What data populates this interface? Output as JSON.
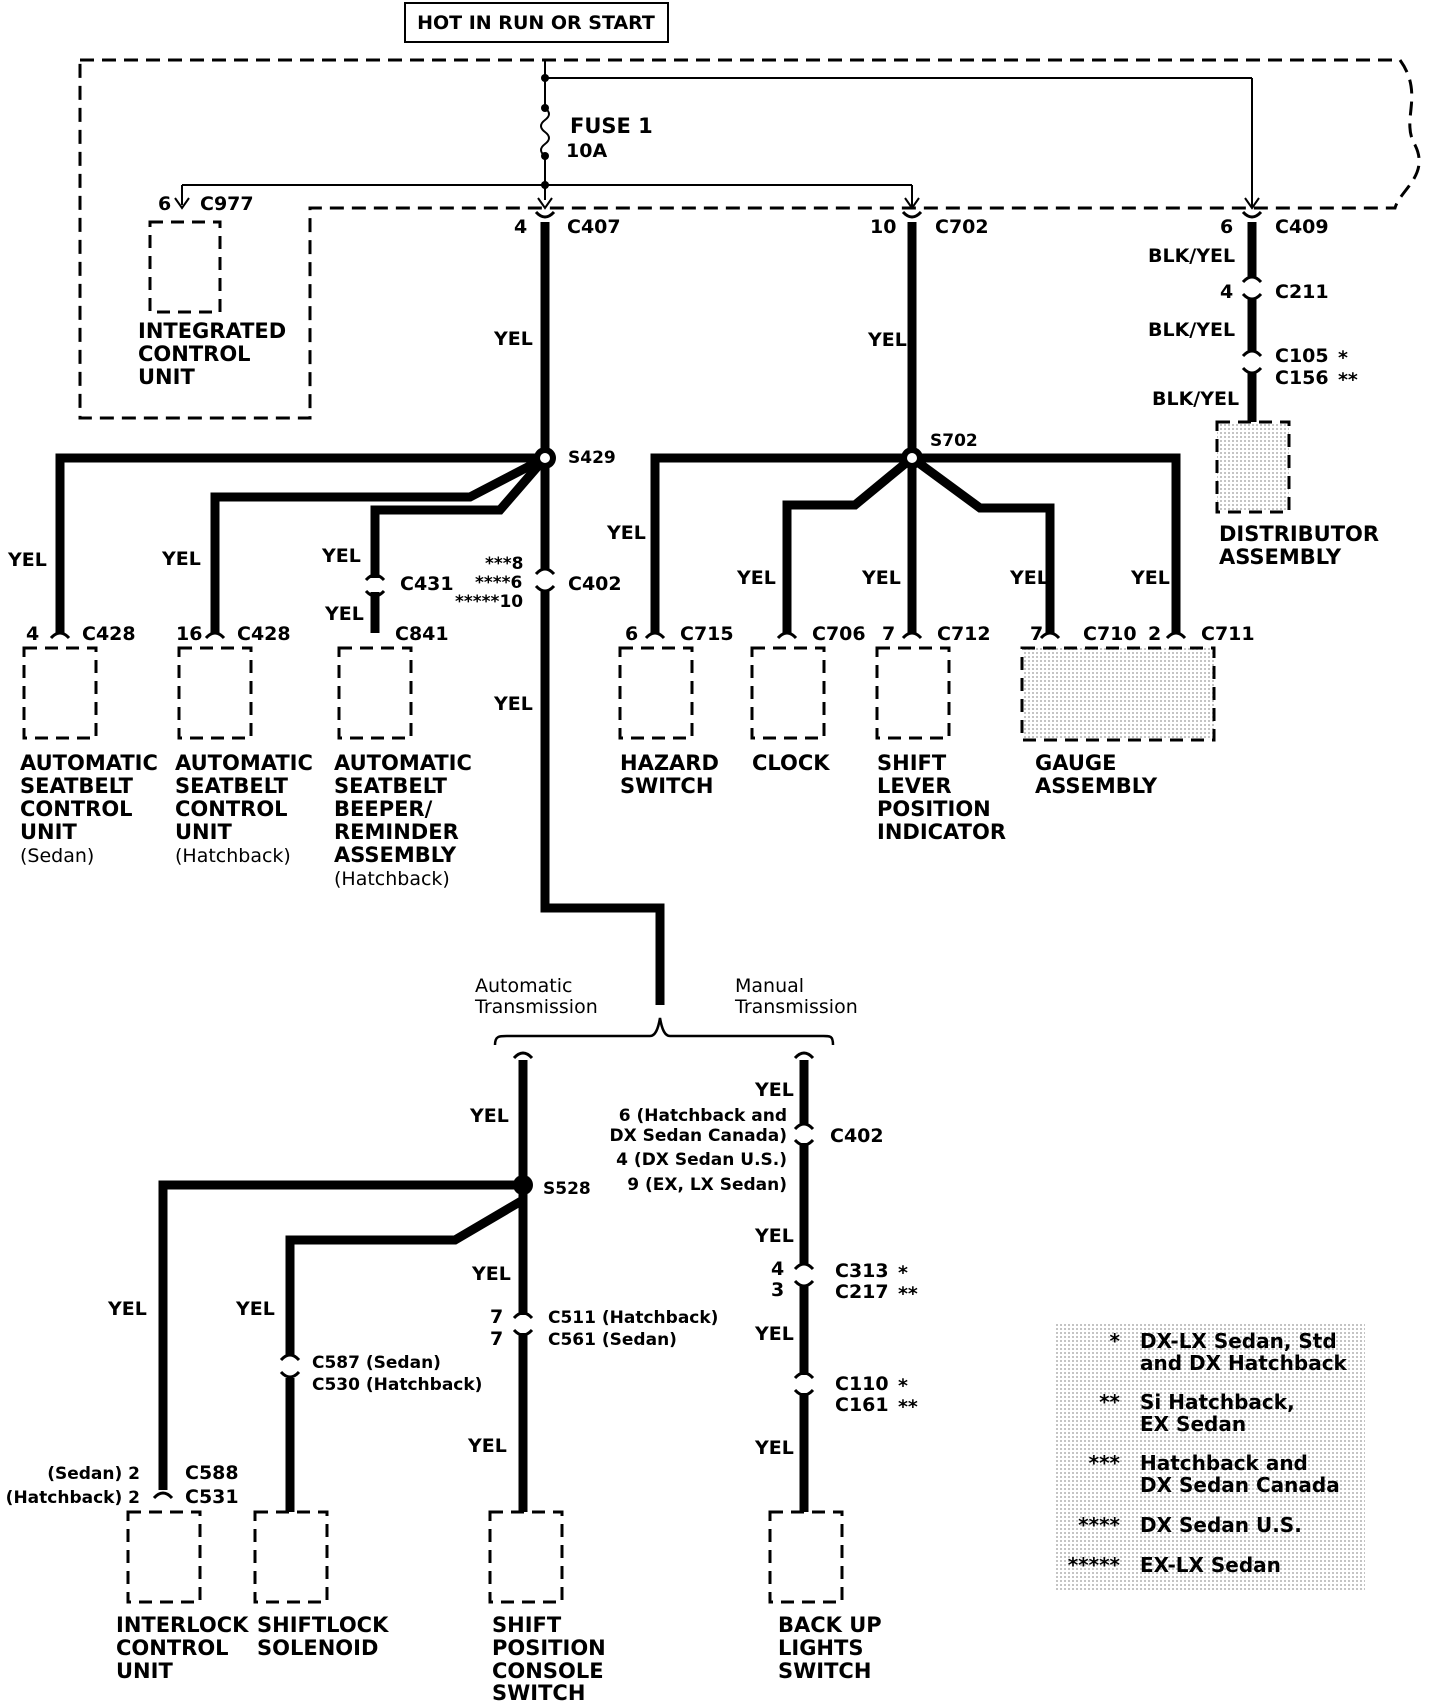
{
  "header": {
    "title": "HOT IN RUN OR START"
  },
  "fuse": {
    "name": "FUSE 1",
    "rating": "10A"
  },
  "colors": {
    "ink": "#000000",
    "legend_bg": "#e6e6e6",
    "shade": "#d0d0d0"
  },
  "connectors": {
    "c977": {
      "pin": "6",
      "id": "C977"
    },
    "c407": {
      "pin": "4",
      "id": "C407"
    },
    "c702": {
      "pin": "10",
      "id": "C702"
    },
    "c409": {
      "pin": "6",
      "id": "C409"
    },
    "c211": {
      "pin": "4",
      "id": "C211"
    },
    "c105": {
      "id": "C105",
      "mark": "*"
    },
    "c156": {
      "id": "C156",
      "mark": "**"
    },
    "c431": {
      "id": "C431"
    },
    "c841": {
      "id": "C841"
    },
    "c402_top": {
      "id": "C402",
      "pins": [
        "***8",
        "****6",
        "*****10"
      ]
    },
    "c428a": {
      "pin": "4",
      "id": "C428"
    },
    "c428b": {
      "pin": "16",
      "id": "C428"
    },
    "c715": {
      "pin": "6",
      "id": "C715"
    },
    "c706": {
      "id": "C706"
    },
    "c712": {
      "pin": "7",
      "id": "C712"
    },
    "c710": {
      "pin": "7",
      "id": "C710"
    },
    "c711": {
      "pin": "2",
      "id": "C711"
    },
    "c402_bot": {
      "id": "C402",
      "pins": [
        "6 (Hatchback and",
        "DX Sedan Canada)",
        "4 (DX Sedan U.S.)",
        "9 (EX, LX Sedan)"
      ]
    },
    "c313": {
      "pin": "4",
      "id": "C313",
      "mark": "*"
    },
    "c217": {
      "pin": "3",
      "id": "C217",
      "mark": "**"
    },
    "c110": {
      "id": "C110",
      "mark": "*"
    },
    "c161": {
      "id": "C161",
      "mark": "**"
    },
    "c511": {
      "pin": "7",
      "id": "C511 (Hatchback)"
    },
    "c561": {
      "pin": "7",
      "id": "C561 (Sedan)"
    },
    "c587": {
      "id": "C587 (Sedan)"
    },
    "c530": {
      "id": "C530 (Hatchback)"
    },
    "c588": {
      "pin": "(Sedan) 2",
      "id": "C588"
    },
    "c531": {
      "pin": "(Hatchback) 2",
      "id": "C531"
    }
  },
  "splices": {
    "s429": "S429",
    "s702": "S702",
    "s528": "S528"
  },
  "wires": {
    "yel": "YEL",
    "blk_yel": "BLK/YEL"
  },
  "branches": {
    "automatic": [
      "Automatic",
      "Transmission"
    ],
    "manual": [
      "Manual",
      "Transmission"
    ]
  },
  "components": {
    "icu": [
      "INTEGRATED",
      "CONTROL",
      "UNIT"
    ],
    "distributor": [
      "DISTRIBUTOR",
      "ASSEMBLY"
    ],
    "seatbelt_sedan": {
      "lines": [
        "AUTOMATIC",
        "SEATBELT",
        "CONTROL",
        "UNIT"
      ],
      "note": "(Sedan)"
    },
    "seatbelt_hatch": {
      "lines": [
        "AUTOMATIC",
        "SEATBELT",
        "CONTROL",
        "UNIT"
      ],
      "note": "(Hatchback)"
    },
    "beeper": {
      "lines": [
        "AUTOMATIC",
        "SEATBELT",
        "BEEPER/",
        "REMINDER",
        "ASSEMBLY"
      ],
      "note": "(Hatchback)"
    },
    "hazard": [
      "HAZARD",
      "SWITCH"
    ],
    "clock": [
      "CLOCK"
    ],
    "shift_lever": [
      "SHIFT",
      "LEVER",
      "POSITION",
      "INDICATOR"
    ],
    "gauge": [
      "GAUGE",
      "ASSEMBLY"
    ],
    "interlock": [
      "INTERLOCK",
      "CONTROL",
      "UNIT"
    ],
    "shiftlock": [
      "SHIFTLOCK",
      "SOLENOID"
    ],
    "shift_console": [
      "SHIFT",
      "POSITION",
      "CONSOLE",
      "SWITCH"
    ],
    "backup": [
      "BACK UP",
      "LIGHTS",
      "SWITCH"
    ]
  },
  "legend": [
    {
      "mark": "*",
      "text": [
        "DX-LX Sedan, Std",
        "and DX Hatchback"
      ]
    },
    {
      "mark": "**",
      "text": [
        "Si Hatchback,",
        "EX Sedan"
      ]
    },
    {
      "mark": "***",
      "text": [
        "Hatchback and",
        "DX Sedan Canada"
      ]
    },
    {
      "mark": "****",
      "text": [
        "DX Sedan U.S."
      ]
    },
    {
      "mark": "*****",
      "text": [
        "EX-LX Sedan"
      ]
    }
  ]
}
